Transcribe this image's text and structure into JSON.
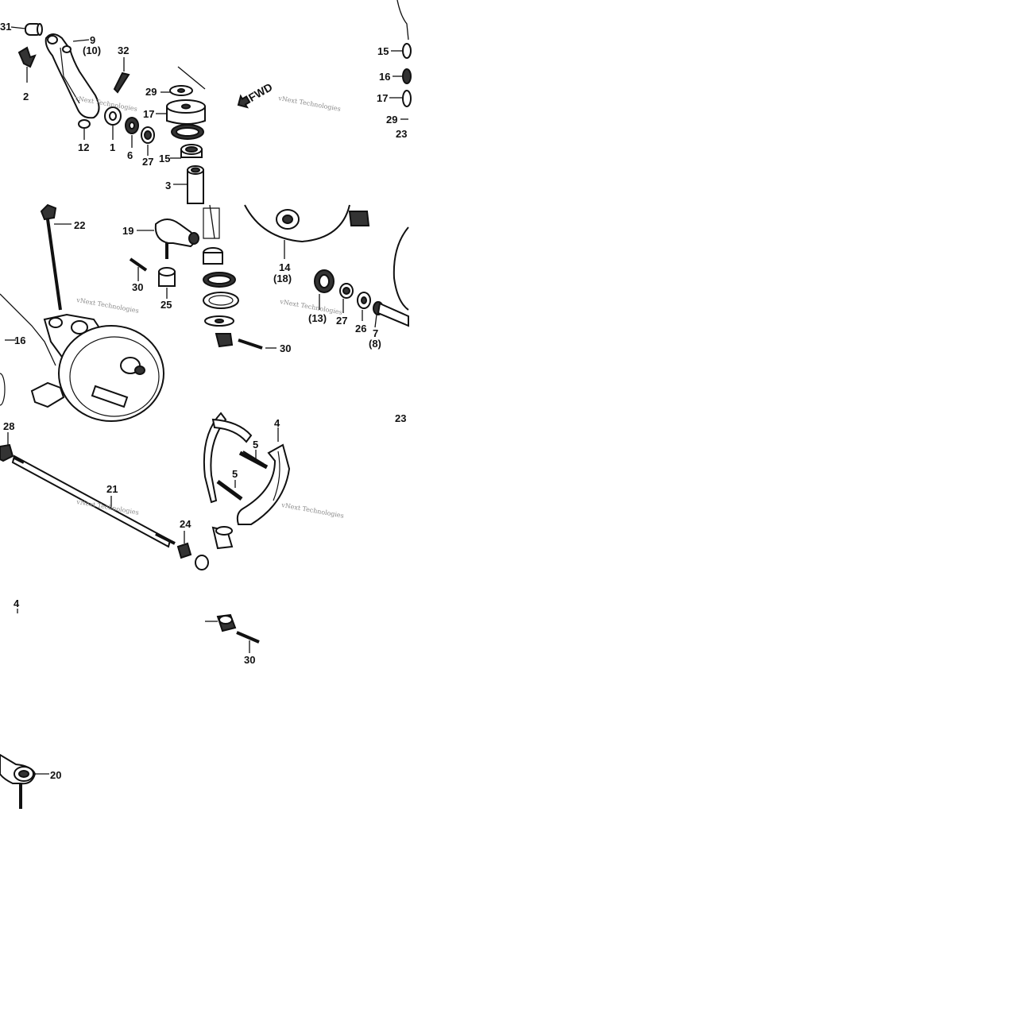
{
  "diagram": {
    "direction_label": "FWD",
    "watermark": "vNext Technologies",
    "labels": [
      {
        "id": "31",
        "text": "31"
      },
      {
        "id": "9",
        "text": "9"
      },
      {
        "id": "10",
        "text": "(10)"
      },
      {
        "id": "32",
        "text": "32"
      },
      {
        "id": "2",
        "text": "2"
      },
      {
        "id": "29a",
        "text": "29"
      },
      {
        "id": "17a",
        "text": "17"
      },
      {
        "id": "12",
        "text": "12"
      },
      {
        "id": "1",
        "text": "1"
      },
      {
        "id": "6",
        "text": "6"
      },
      {
        "id": "27a",
        "text": "27"
      },
      {
        "id": "15a",
        "text": "15"
      },
      {
        "id": "3",
        "text": "3"
      },
      {
        "id": "15b",
        "text": "15"
      },
      {
        "id": "16a",
        "text": "16"
      },
      {
        "id": "17b",
        "text": "17"
      },
      {
        "id": "29b",
        "text": "29"
      },
      {
        "id": "23a",
        "text": "23"
      },
      {
        "id": "22",
        "text": "22"
      },
      {
        "id": "19",
        "text": "19"
      },
      {
        "id": "30a",
        "text": "30"
      },
      {
        "id": "25",
        "text": "25"
      },
      {
        "id": "16b",
        "text": "16"
      },
      {
        "id": "14",
        "text": "14"
      },
      {
        "id": "18",
        "text": "(18)"
      },
      {
        "id": "13",
        "text": "(13)"
      },
      {
        "id": "27b",
        "text": "27"
      },
      {
        "id": "26",
        "text": "26"
      },
      {
        "id": "7",
        "text": "7"
      },
      {
        "id": "8",
        "text": "(8)"
      },
      {
        "id": "30b",
        "text": "30"
      },
      {
        "id": "28",
        "text": "28"
      },
      {
        "id": "21",
        "text": "21"
      },
      {
        "id": "24",
        "text": "24"
      },
      {
        "id": "4a",
        "text": "4"
      },
      {
        "id": "5a",
        "text": "5"
      },
      {
        "id": "5b",
        "text": "5"
      },
      {
        "id": "23b",
        "text": "23"
      },
      {
        "id": "4b",
        "text": "4"
      },
      {
        "id": "30c",
        "text": "30"
      },
      {
        "id": "20",
        "text": "20"
      }
    ]
  }
}
